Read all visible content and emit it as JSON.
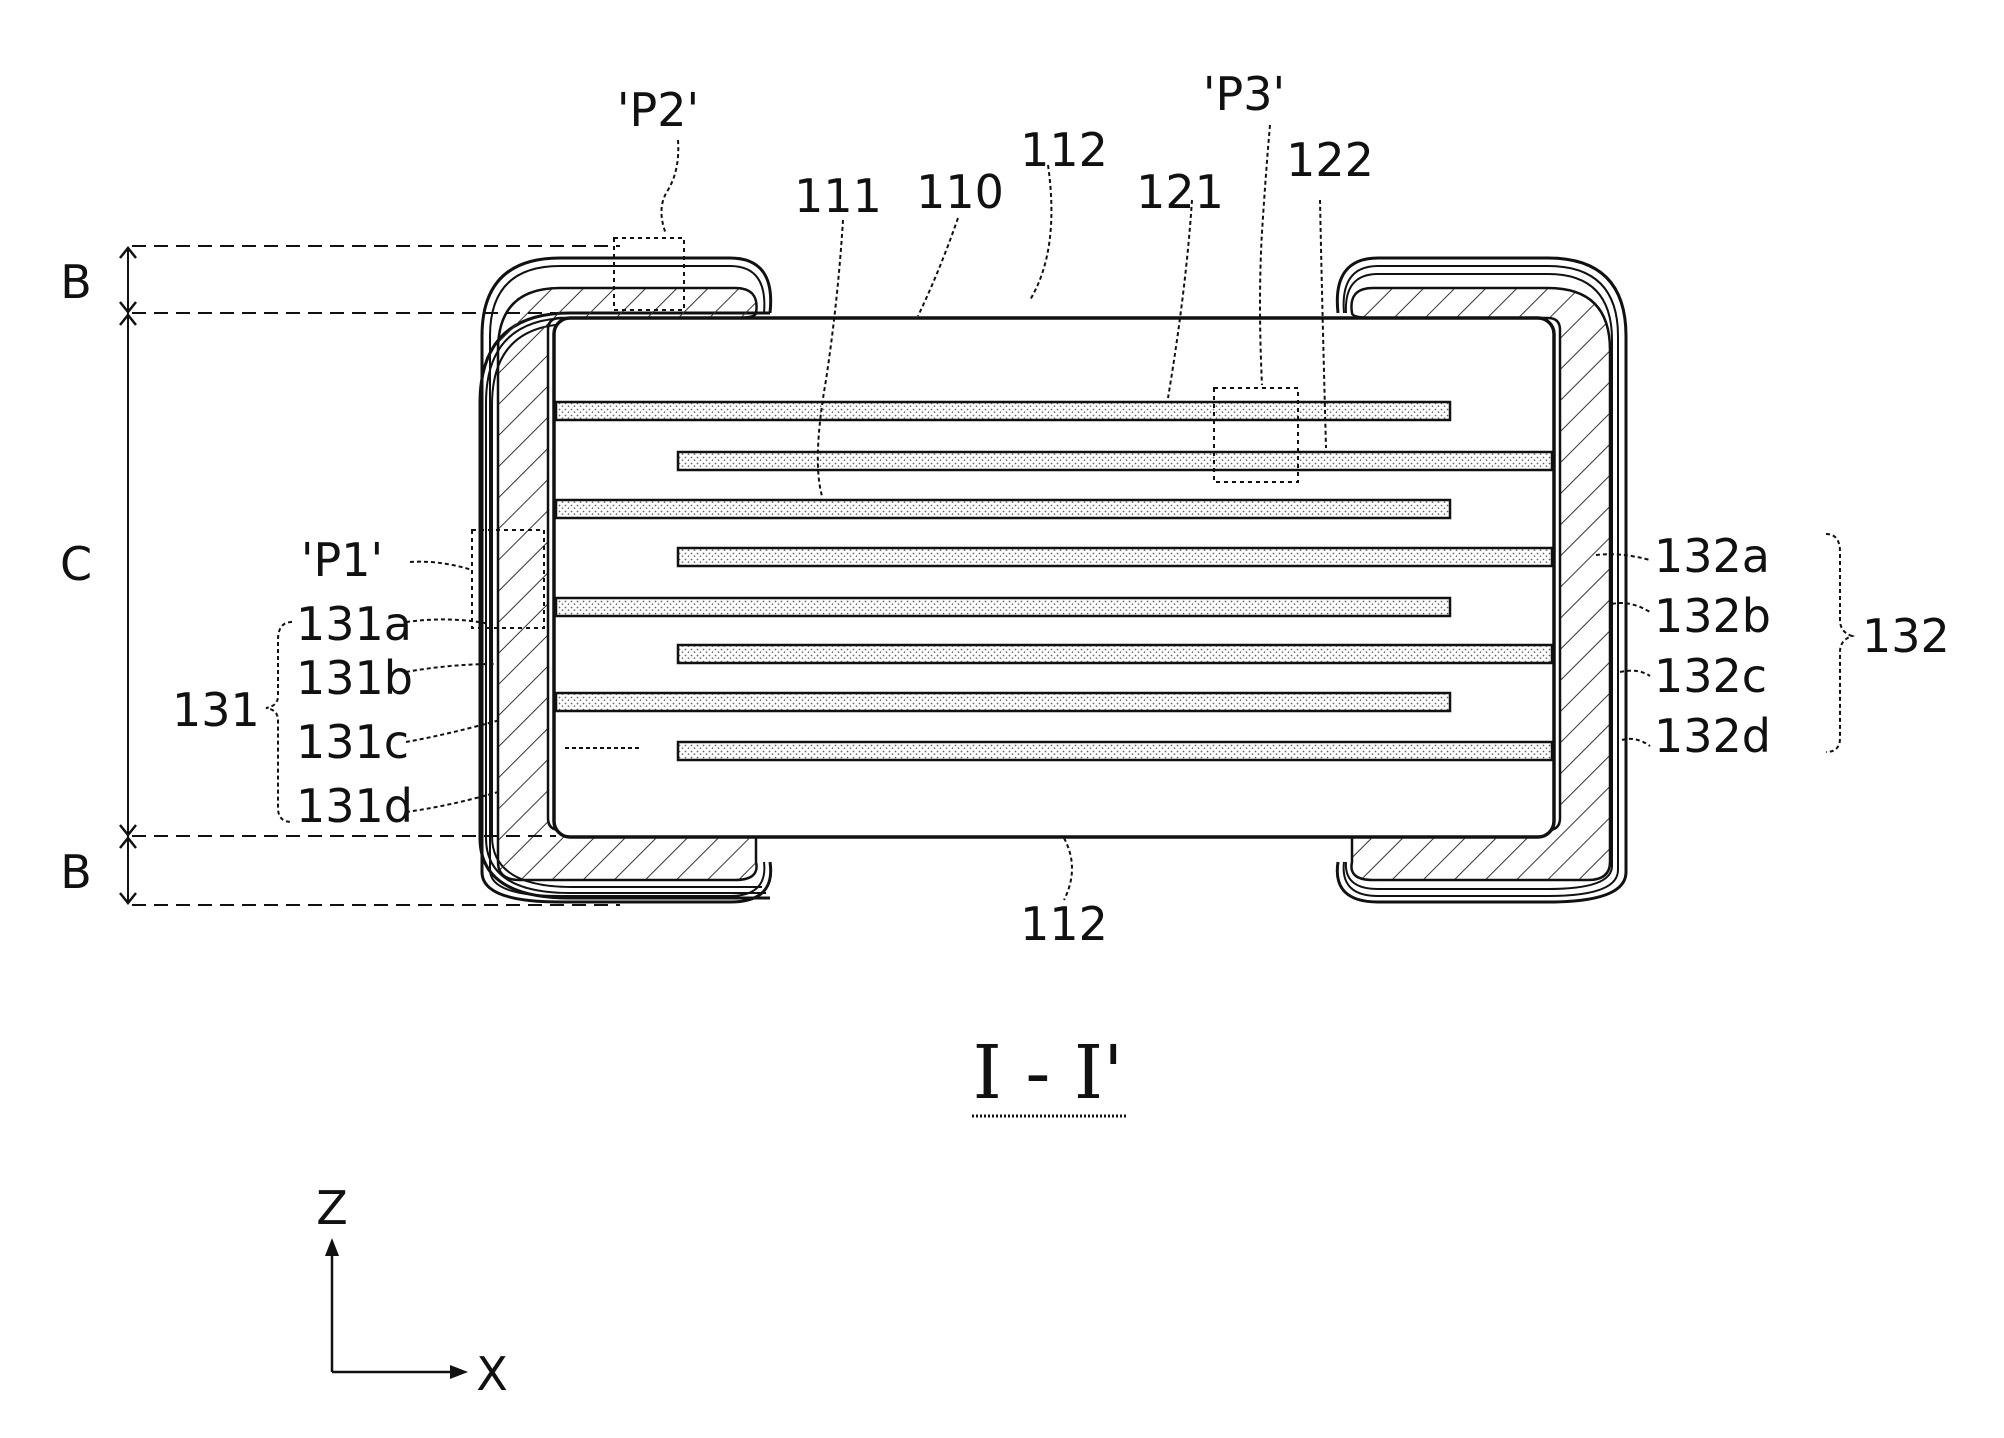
{
  "figure": {
    "section_title": "I - I'",
    "detail_labels": {
      "p1": "'P1'",
      "p2": "'P2'",
      "p3": "'P3'"
    },
    "body_label": "110",
    "cover_label_top": "112",
    "cover_label_bottom": "112",
    "first_internal_label": "111",
    "electrode_label_121": "121",
    "electrode_label_122": "122",
    "dimension_labels": {
      "top": "B",
      "middle": "C",
      "bottom": "B"
    },
    "left_electrode": {
      "group_label": "131",
      "layers": [
        "131a",
        "131b",
        "131c",
        "131d"
      ]
    },
    "right_electrode": {
      "group_label": "132",
      "layers": [
        "132a",
        "132b",
        "132c",
        "132d"
      ]
    },
    "axes": {
      "vertical": "Z",
      "horizontal": "X"
    }
  }
}
